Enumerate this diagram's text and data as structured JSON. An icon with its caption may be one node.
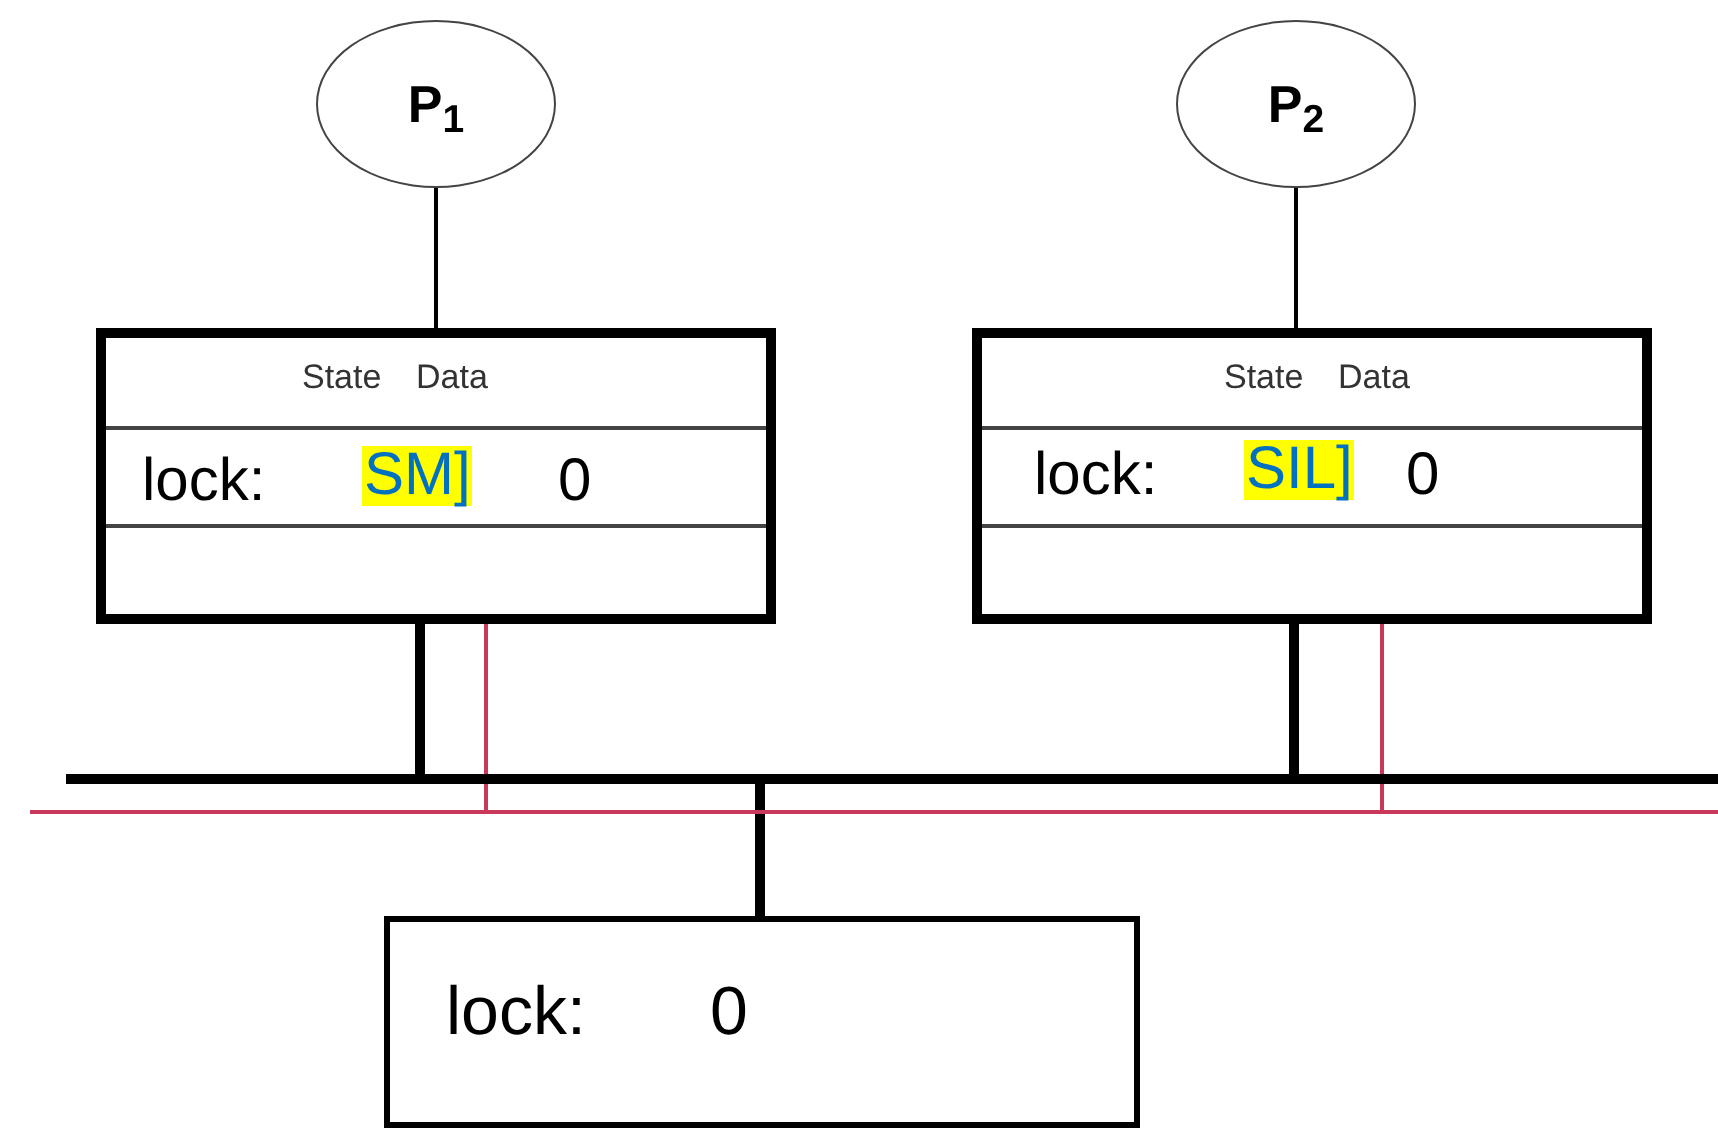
{
  "diagram": {
    "nodes": [
      {
        "text": [
          "P$_{1}$"
        ]
      },
      {
        "text": [
          "P$_{2}$"
        ]
      },
      {
        "text": [
          "State",
          "Data",
          "lock:",
          "SM]",
          "0"
        ]
      },
      {
        "text": [
          "State",
          "Data",
          "lock:",
          "SIL]",
          "0"
        ]
      },
      {
        "text": [],
        "shape": "bar"
      },
      {
        "text": [],
        "shape": "bar"
      },
      {
        "text": [
          "lock:",
          "0"
        ]
      }
    ],
    "edges": [
      {
        "from": 0,
        "to": 2,
        "arrow": "none"
      },
      {
        "from": 1,
        "to": 3,
        "arrow": "none"
      },
      {
        "from": 2,
        "to": 4,
        "arrow": "none",
        "style": "thick"
      },
      {
        "from": 2,
        "to": 5,
        "arrow": "none",
        "color": "#c8385a"
      },
      {
        "from": 3,
        "to": 4,
        "arrow": "none",
        "style": "thick"
      },
      {
        "from": 3,
        "to": 5,
        "arrow": "none",
        "color": "#c8385a"
      },
      {
        "from": 4,
        "to": 6,
        "arrow": "none",
        "style": "thick"
      }
    ]
  }
}
